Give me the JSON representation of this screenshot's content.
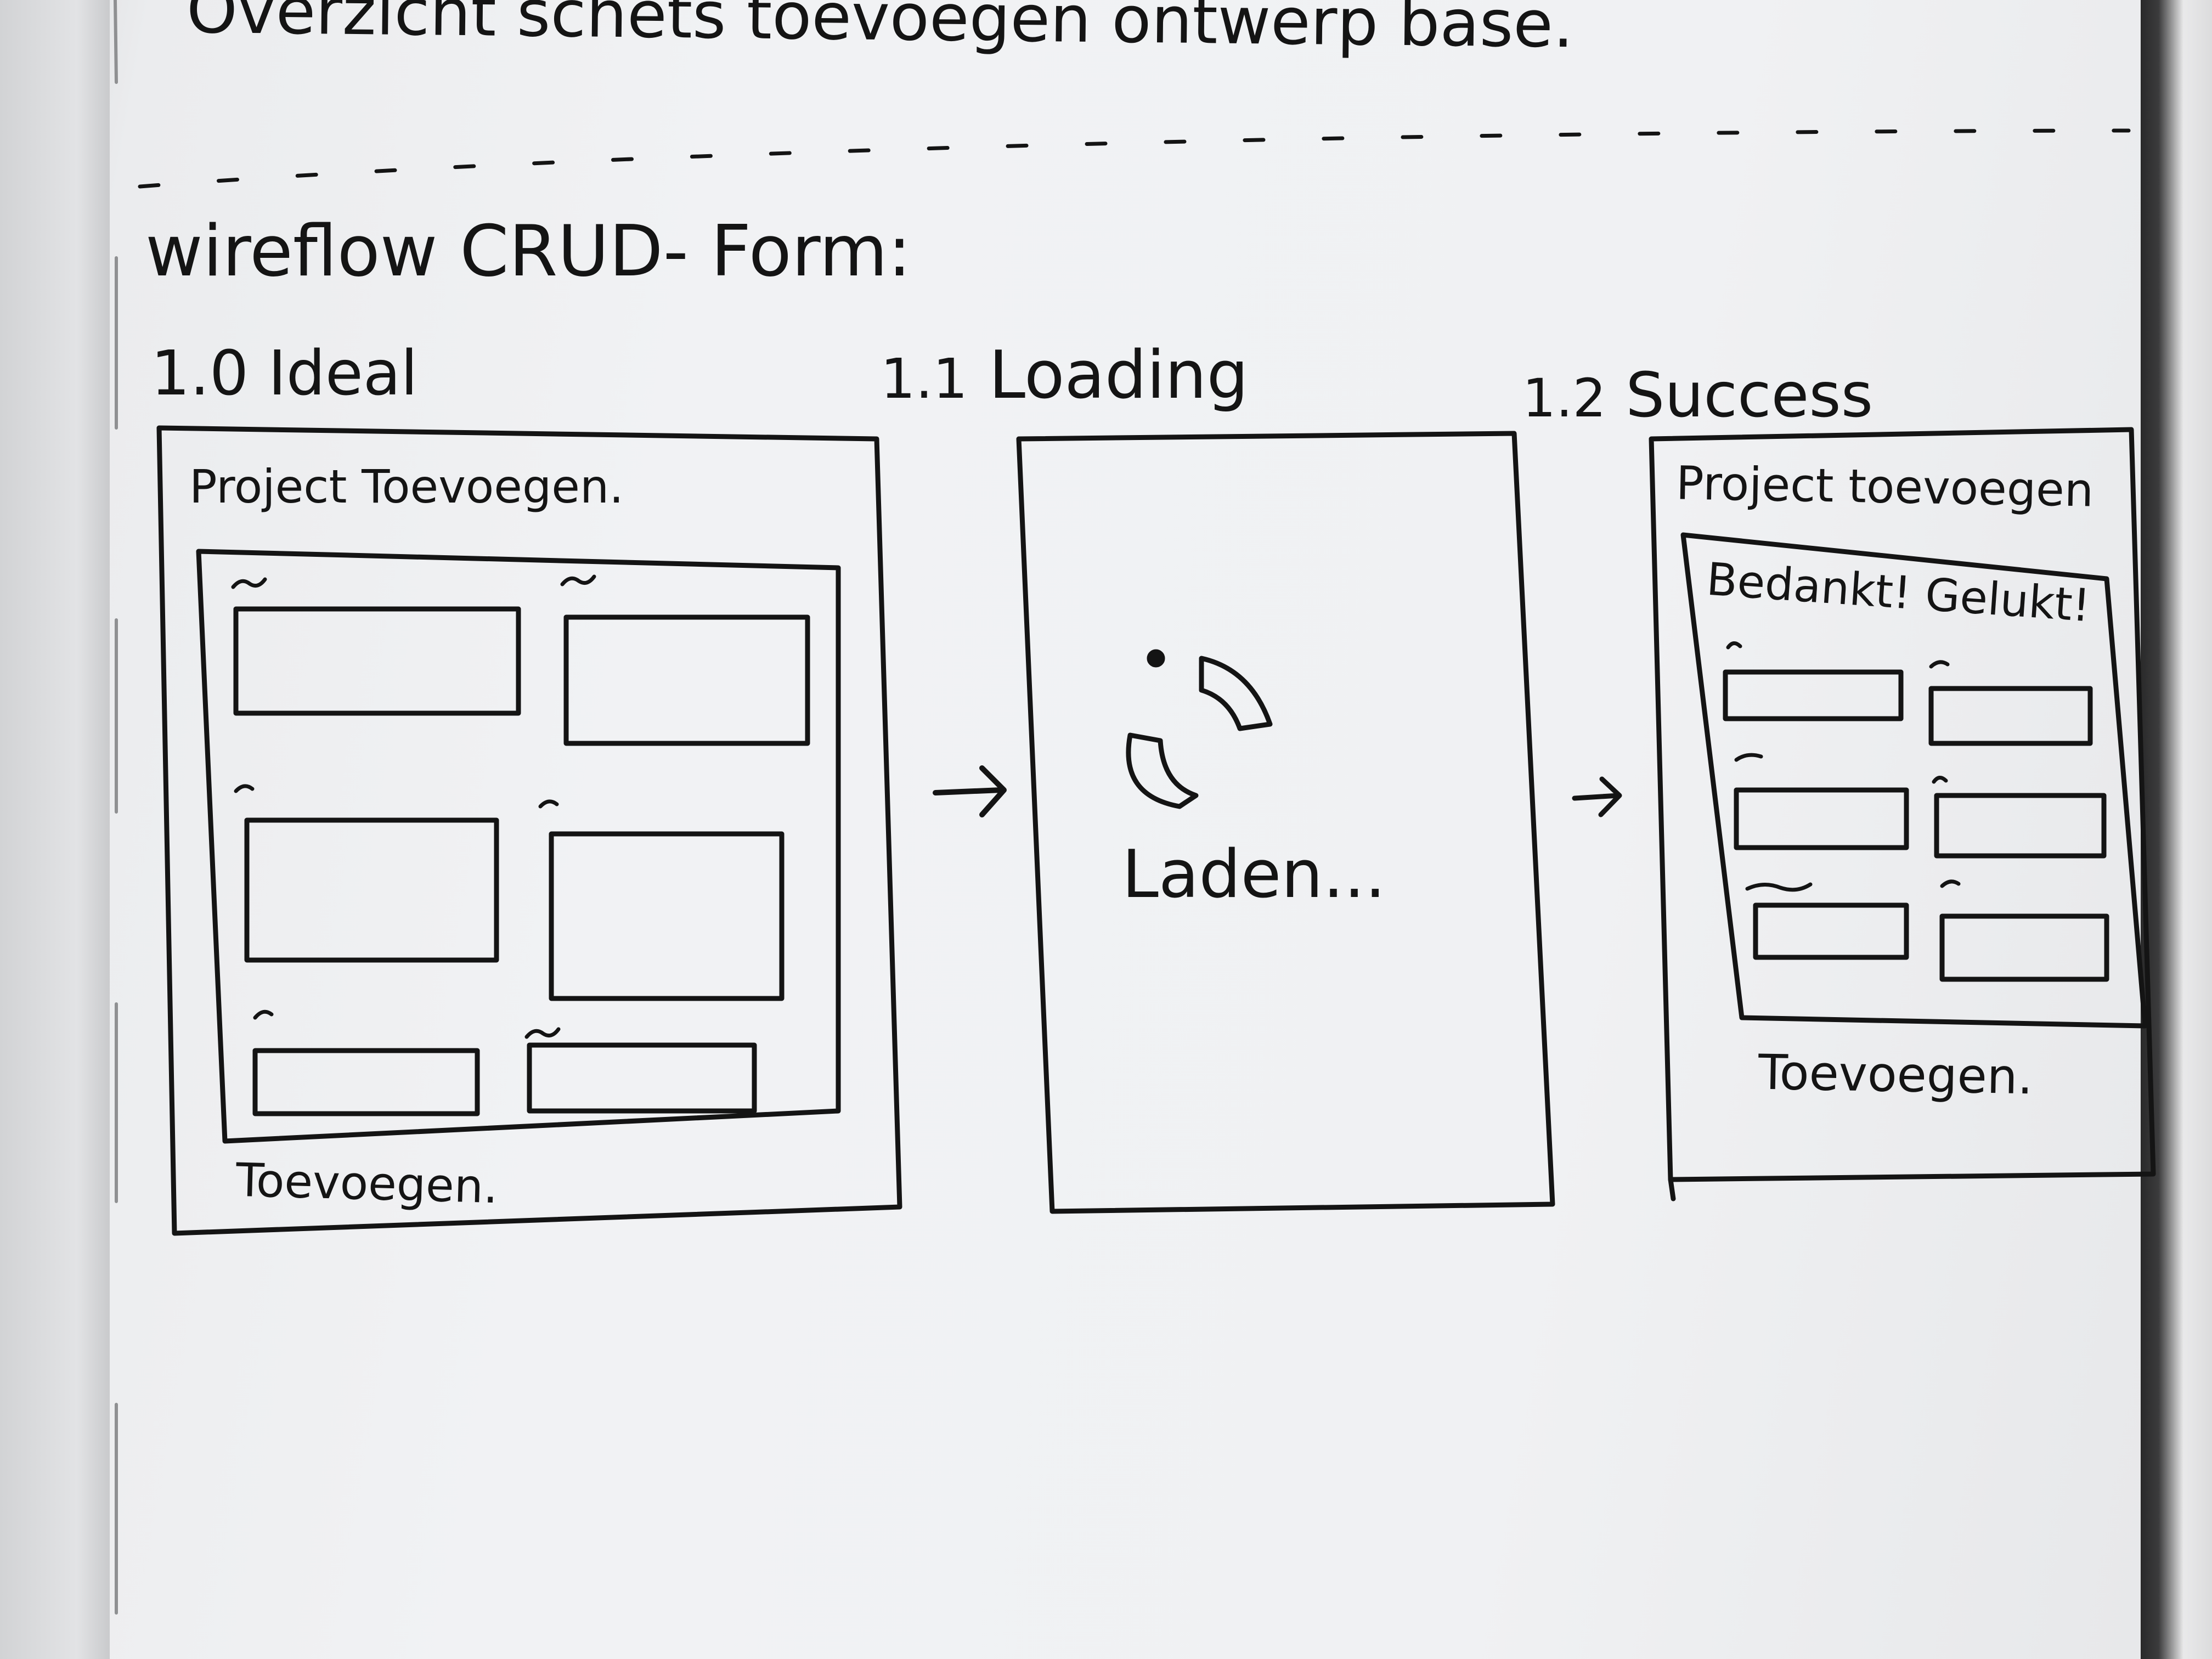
{
  "top_note": "Overzicht schets toevoegen ontwerp base.",
  "heading": "wireflow CRUD- Form:",
  "steps": [
    {
      "number": "1.0",
      "label": "Ideal",
      "form_title": "Project Toevoegen.",
      "submit_label": "Toevoegen."
    },
    {
      "number": "1.1",
      "label": "Loading",
      "loading_text": "Laden..."
    },
    {
      "number": "1.2",
      "label": "Success",
      "form_title": "Project toevoegen",
      "success_message": "Bedankt! Gelukt!",
      "submit_label": "Toevoegen."
    }
  ],
  "arrow_glyph": "→",
  "ink_color": "#141414",
  "paper_color": "#f0f1f3"
}
